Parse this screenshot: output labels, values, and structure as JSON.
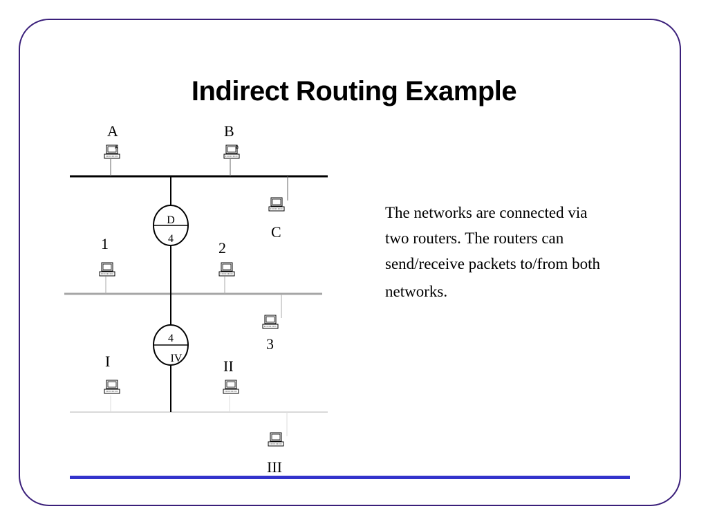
{
  "title": "Indirect Routing Example",
  "hosts": {
    "A": "A",
    "B": "B",
    "C": "C",
    "h1": "1",
    "h2": "2",
    "h3": "3",
    "I": "I",
    "II": "II",
    "III": "III"
  },
  "routers": {
    "top": {
      "upper": "D",
      "lower": "4"
    },
    "bottom": {
      "upper": "4",
      "lower": "IV"
    }
  },
  "description": [
    "The networks are connected via",
    "two routers. The routers can",
    "send/receive packets to/from both",
    "networks."
  ],
  "colors": {
    "frame": "#3a1f7a",
    "footer_bar": "#3333cc",
    "network_top": "#000000",
    "network_middle": "#a6a6a6",
    "network_bottom": "#d9d9d9"
  }
}
